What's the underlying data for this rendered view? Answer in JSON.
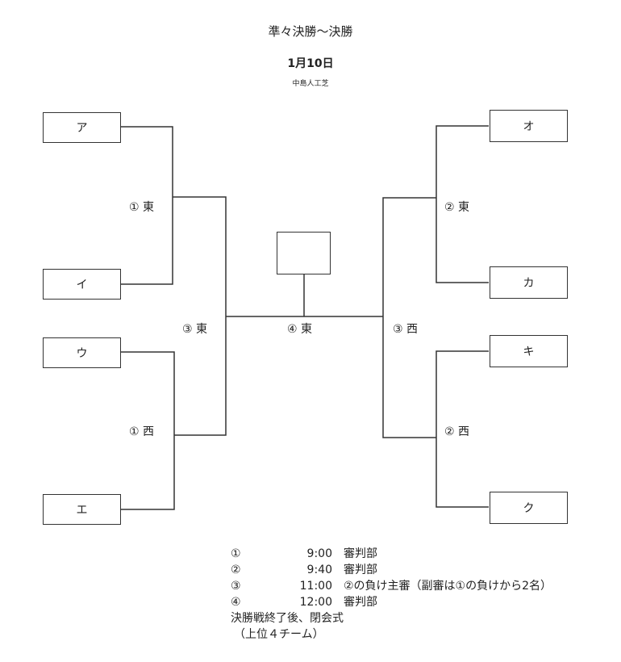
{
  "header": {
    "title": "準々決勝～決勝",
    "date": "1月10日",
    "venue": "中島人工芝"
  },
  "teams": {
    "a": "ア",
    "i": "イ",
    "u": "ウ",
    "e": "エ",
    "o": "オ",
    "ka": "カ",
    "ki": "キ",
    "ku": "ク",
    "champion": ""
  },
  "matches": {
    "m1_east": "① 東",
    "m1_west": "① 西",
    "m2_east": "② 東",
    "m2_west": "② 西",
    "m3_east": "③ 東",
    "m3_west": "③ 西",
    "m4_east": "④ 東"
  },
  "schedule": [
    {
      "no": "①",
      "time": "9:00",
      "note": "審判部"
    },
    {
      "no": "②",
      "time": "9:40",
      "note": "審判部"
    },
    {
      "no": "③",
      "time": "11:00",
      "note": "②の負け主審（副審は①の負けから2名）"
    },
    {
      "no": "④",
      "time": "12:00",
      "note": "審判部"
    }
  ],
  "footer": {
    "line1": "決勝戦終了後、閉会式",
    "line2": "（上位４チーム）"
  }
}
